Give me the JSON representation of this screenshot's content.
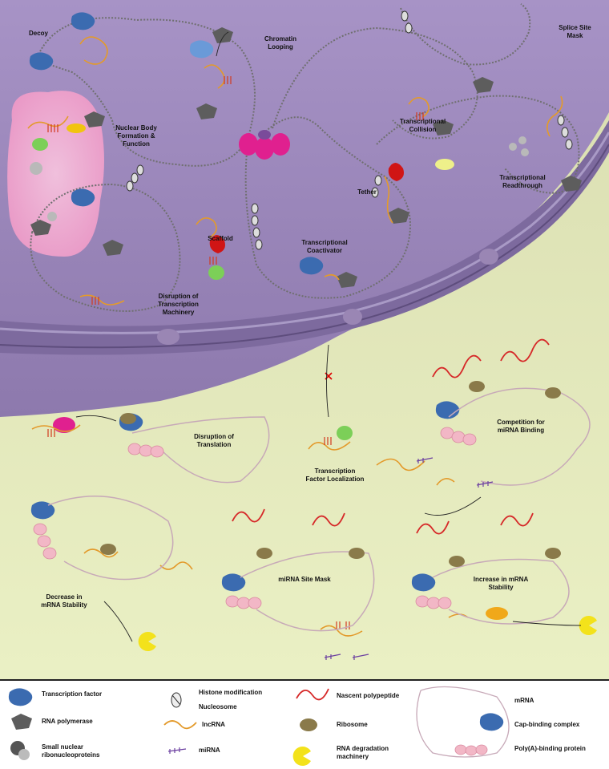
{
  "colors": {
    "nucleus": "#9a86b4",
    "cytoplasm": "#e7ecc2",
    "nuclear_body": "#f7a8d0",
    "transcription_factor": "#3b6bb0",
    "rna_polymerase": "#5d5d5d",
    "lncrna": "#e39a2b",
    "ribosome": "#8a7a4a",
    "polypeptide": "#d62828",
    "rna_degradation": "#f3e21b",
    "pabp": "#f2b7c6"
  },
  "labels": {
    "decoy": "Decoy",
    "chromatin_looping": "Chromatin\nLooping",
    "splice_site_mask": "Splice Site\nMask",
    "nuclear_body": "Nuclear Body\nFormation &\nFunction",
    "transcriptional_collision": "Transcriptional\nCollision",
    "transcriptional_readthrough": "Transcriptional\nReadthrough",
    "tether": "Tether",
    "scaffold": "Scaffold",
    "transcriptional_coactivator": "Transcriptional\nCoactivator",
    "disruption_transcription": "Disruption of\nTranscription\nMachinery",
    "disruption_translation": "Disruption of\nTranslation",
    "tf_localization": "Transcription\nFactor Localization",
    "competition_mirna": "Competition for\nmiRNA Binding",
    "decrease_stability": "Decrease in\nmRNA Stability",
    "mirna_site_mask": "miRNA Site Mask",
    "increase_stability": "Increase in mRNA\nStability"
  },
  "legend": {
    "transcription_factor": "Transcription factor",
    "rna_polymerase": "RNA polymerase",
    "snrnp": "Small nuclear\nribonucleoproteins",
    "histone_modification": "Histone modification",
    "nucleosome": "Nucleosome",
    "lncrna": "lncRNA",
    "mirna": "miRNA",
    "nascent_polypeptide": "Nascent polypeptide",
    "ribosome": "Ribosome",
    "rna_degradation": "RNA degradation\nmachinery",
    "mrna": "mRNA",
    "cap_binding": "Cap-binding complex",
    "polya_binding": "Poly(A)-binding protein"
  }
}
